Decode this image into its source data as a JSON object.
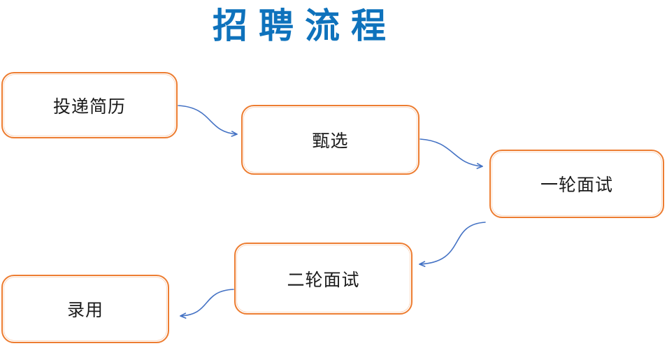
{
  "title": "招聘流程",
  "colors": {
    "title_text": "#0E72BC",
    "node_border": "#ED7D31",
    "node_fill": "#FFFFFF",
    "node_text": "#1A1A1A",
    "arrow": "#4472C4",
    "background": "#FFFFFF"
  },
  "nodes": [
    {
      "id": "submit-resume",
      "label": "投递简历"
    },
    {
      "id": "screening",
      "label": "甄选"
    },
    {
      "id": "first-interview",
      "label": "一轮面试"
    },
    {
      "id": "second-interview",
      "label": "二轮面试"
    },
    {
      "id": "hire",
      "label": "录用"
    }
  ],
  "edges": [
    {
      "from": "submit-resume",
      "to": "screening"
    },
    {
      "from": "screening",
      "to": "first-interview"
    },
    {
      "from": "first-interview",
      "to": "second-interview"
    },
    {
      "from": "second-interview",
      "to": "hire"
    }
  ]
}
